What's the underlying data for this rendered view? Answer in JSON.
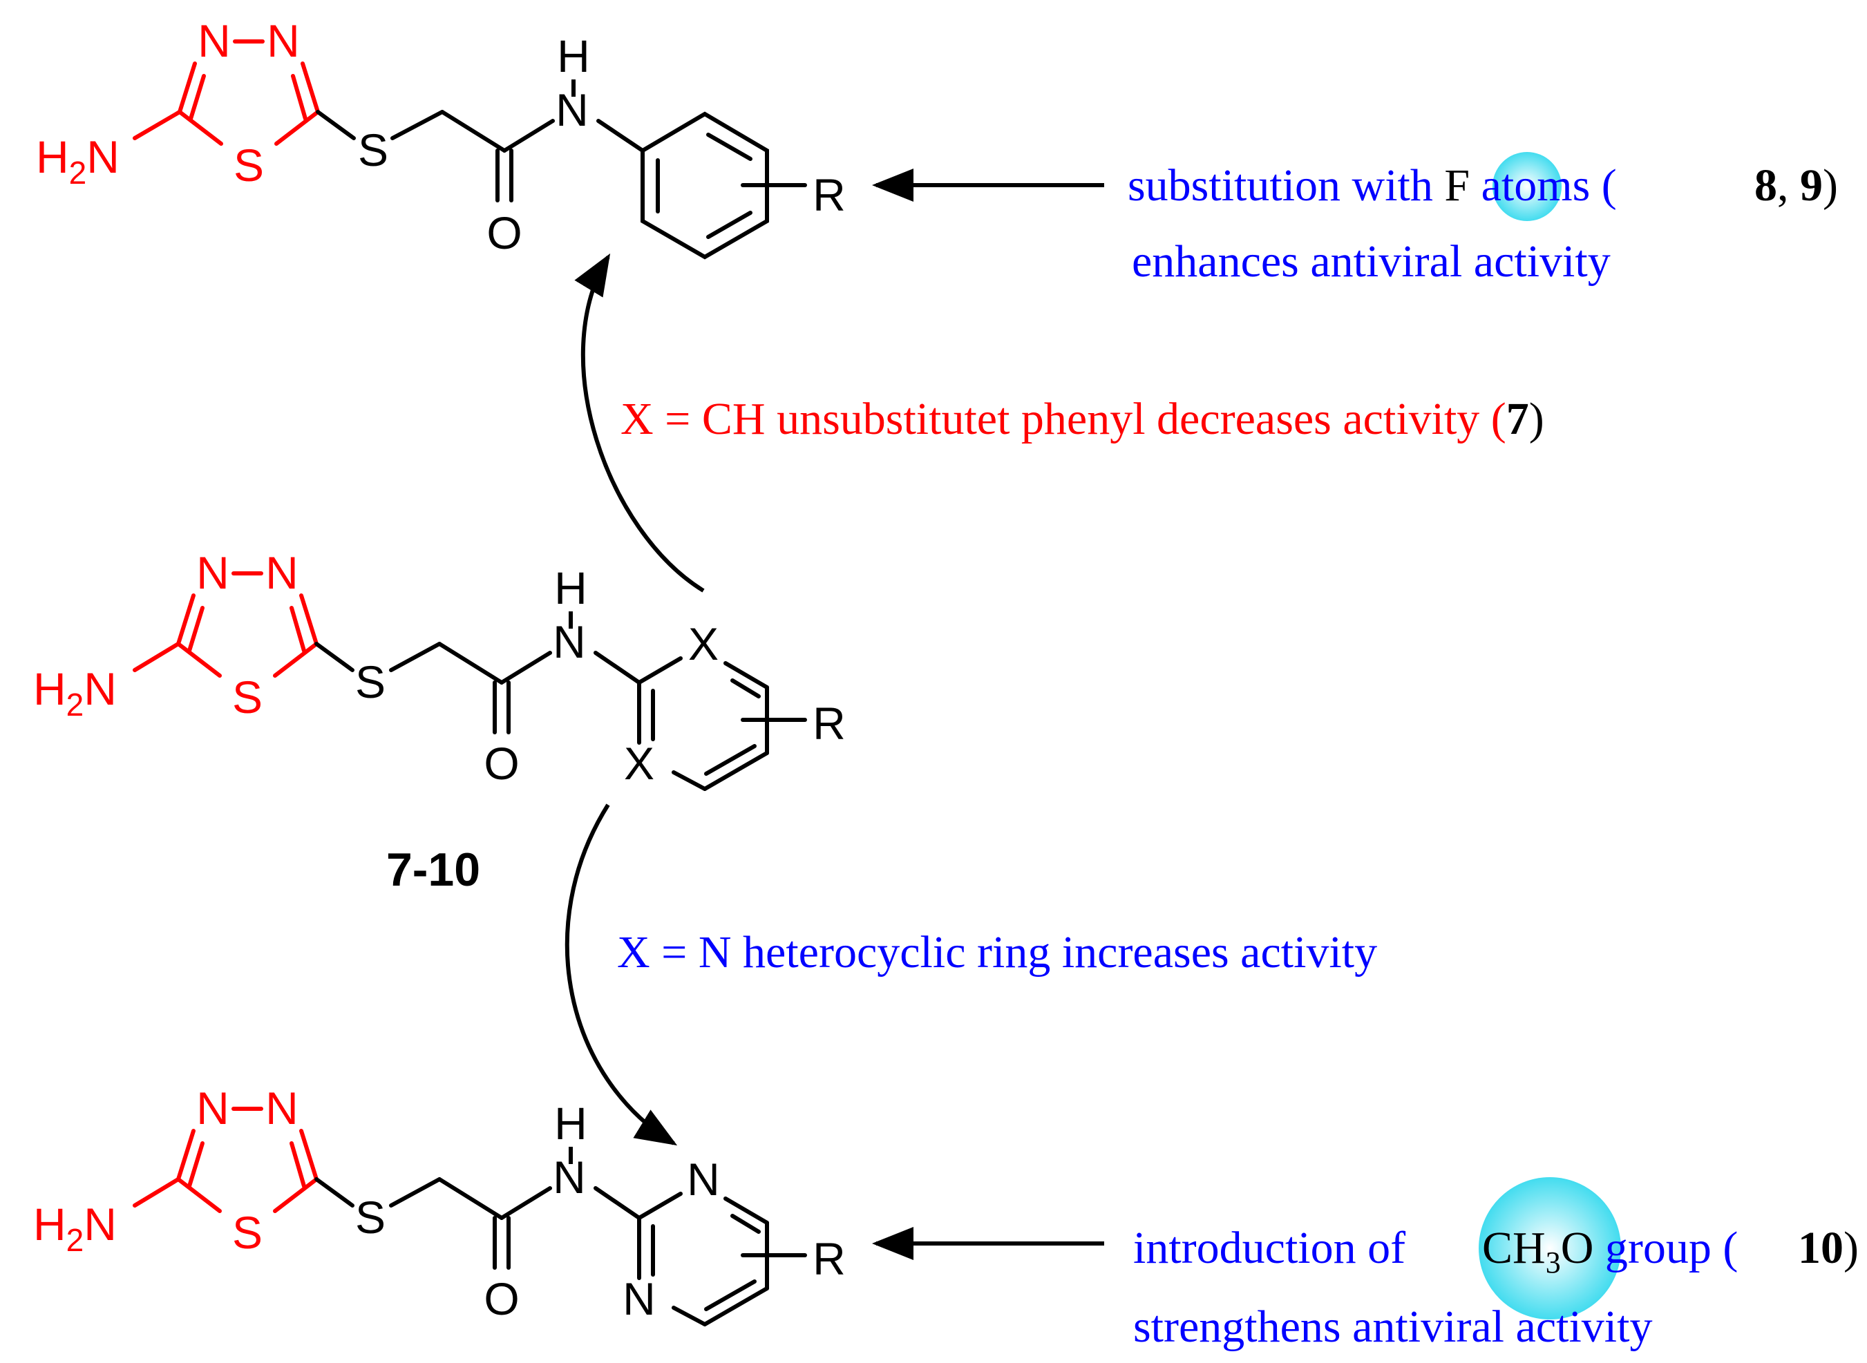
{
  "colors": {
    "bond": "#000000",
    "thiadiazole": "#ff0000",
    "favorable_note": "#0000ff",
    "unfavorable_note": "#ff0000",
    "highlight_fill": "#7de8f4"
  },
  "atoms": {
    "n": "N",
    "s": "S",
    "h": "H",
    "o": "O",
    "r": "R",
    "x": "X",
    "h2n_main": "H",
    "h2n_sub": "2",
    "h2n_tail": "N"
  },
  "compound_label": "7-10",
  "notes": {
    "fluorine": {
      "prefix": "substitution with ",
      "circled": "F",
      "suffix": " atoms (",
      "ref_a": "8",
      "ref_sep": ", ",
      "ref_b": "9",
      "close": ")",
      "line2": "enhances antiviral activity"
    },
    "phenyl": {
      "text": "X = CH unsubstitutet phenyl decreases activity (",
      "ref": "7",
      "close": ")"
    },
    "heterocycle": {
      "text": "X = N heterocyclic ring increases activity"
    },
    "methoxy": {
      "prefix": "introduction of ",
      "circled_main": "CH",
      "circled_sub": "3",
      "circled_tail": "O",
      "suffix": " group (",
      "ref": "10",
      "close": ")",
      "line2": "strengthens antiviral activity"
    }
  }
}
